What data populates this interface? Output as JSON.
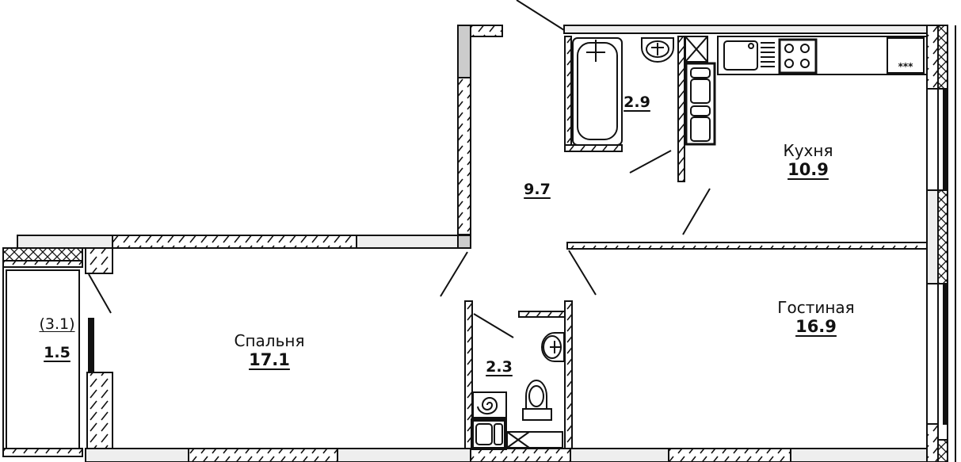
{
  "floor_plan": {
    "type": "apartment-floor-plan",
    "colors": {
      "wall_line": "#111111",
      "window_fill": "#eeeeee",
      "window_shade": "#cccccc",
      "background": "#ffffff"
    },
    "rooms": [
      {
        "id": "bedroom",
        "name": "Спальня",
        "area": "17.1"
      },
      {
        "id": "kitchen",
        "name": "Кухня",
        "area": "10.9"
      },
      {
        "id": "living",
        "name": "Гостиная",
        "area": "16.9"
      },
      {
        "id": "hallway",
        "name": "",
        "area": "9.7"
      },
      {
        "id": "bathroom",
        "name": "",
        "area": "2.9"
      },
      {
        "id": "toilet",
        "name": "",
        "area": "2.3"
      },
      {
        "id": "balcony",
        "name": "",
        "area": "1.5",
        "note": "(3.1)"
      }
    ],
    "fixtures": [
      "bathtub-icon",
      "sink-icon",
      "toilet-icon",
      "washing-machine-icon",
      "kitchen-sink-icon",
      "stove-icon",
      "fridge-icon",
      "ventilation-shaft-icon"
    ],
    "stove_marks": "***"
  }
}
